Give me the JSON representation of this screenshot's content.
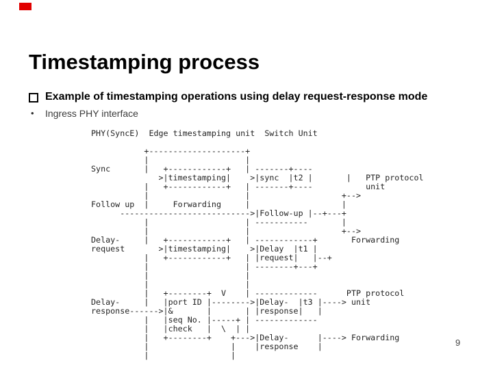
{
  "slide": {
    "title": "Timestamping process",
    "accent_color": "#e10000",
    "bullets": [
      {
        "marker": "square",
        "text": "Example of timestamping operations using delay request-response mode"
      },
      {
        "marker": "dot",
        "marker_glyph": "•",
        "text": "Ingress PHY interface"
      }
    ],
    "page_number": "9"
  },
  "diagram": {
    "description": "ASCII art of delay request-response timestamping flow across PHY(SyncE), Edge timestamping unit and Switch Unit",
    "ascii_lines": [
      "PHY(SyncE)  Edge timestamping unit  Switch Unit",
      "",
      "           +--------------------+",
      "           |                    |",
      "Sync       |   +------------+   | -------+----",
      "              >|timestamping|    >|sync  |t2 |       |   PTP protocol",
      "           |   +------------+   | -------+----           unit",
      "           |                    |                   +-->",
      "Follow up  |     Forwarding     |                   |",
      "      --------------------------->|Follow-up |--+---+",
      "           |                    | -----------       |",
      "           |                    |                   +-->",
      "Delay-     |   +------------+   | ------------+       Forwarding",
      "request       >|timestamping|    >|Delay  |t1 |",
      "           |   +------------+   | |request|   |--+",
      "           |                    | --------+---+",
      "           |                    |",
      "           |                    |",
      "           |   +--------+  V    | -------------      PTP protocol",
      "Delay-     |   |port ID |-------->|Delay-  |t3 |----> unit",
      "response------>|&       |       | |response|   |",
      "           |   |seq No. |-----+ | -------------",
      "           |   |check   |  \\  | |",
      "           |   +--------+    +--->|Delay-      |----> Forwarding",
      "           |                 |    |response    |",
      "           |                 |"
    ]
  }
}
